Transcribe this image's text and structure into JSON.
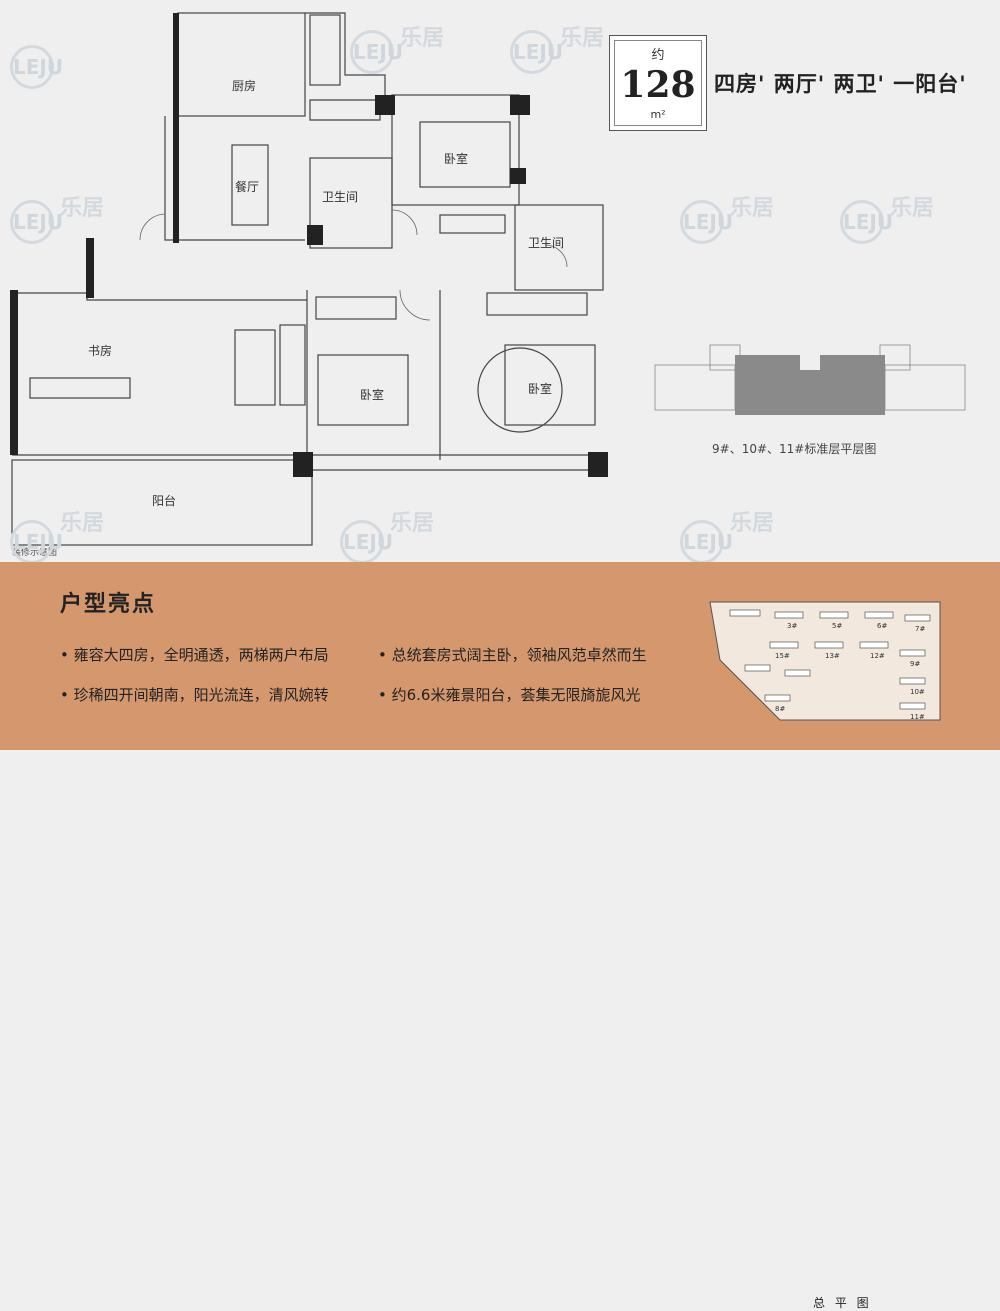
{
  "floorplan": {
    "rooms": {
      "kitchen": "厨房",
      "dining": "餐厅",
      "bathroom1": "卫生间",
      "bathroom2": "卫生间",
      "bedroom_top": "卧室",
      "study": "书房",
      "bedroom_mid": "卧室",
      "bedroom_right": "卧室",
      "balcony": "阳台"
    },
    "renovation_caption": "装修示意图"
  },
  "summary": {
    "approx_label": "约",
    "area": "128",
    "unit": "m²",
    "layout": "四房' 两厅' 两卫' 一阳台'"
  },
  "typical_floor": {
    "caption": "9#、10#、11#标准层平层图"
  },
  "highlights": {
    "title": "户型亮点",
    "items": [
      "• 雍容大四房，全明通透，两梯两户布局",
      "• 总统套房式阔主卧，领袖风范卓然而生",
      "• 珍稀四开间朝南，阳光流连，清风婉转",
      "• 约6.6米雍景阳台，荟集无限旖旎风光"
    ]
  },
  "site_plan": {
    "caption": "总 平 图",
    "buildings": [
      "3#",
      "5#",
      "6#",
      "7#",
      "8#",
      "15#",
      "13#",
      "12#",
      "9#",
      "10#",
      "11#"
    ]
  },
  "watermark": {
    "logo": "LEJU",
    "text": "乐居"
  },
  "colors": {
    "panel": "#d5986e",
    "wall": "#222222",
    "shade": "#8a8a8a",
    "background": "#efefef"
  }
}
